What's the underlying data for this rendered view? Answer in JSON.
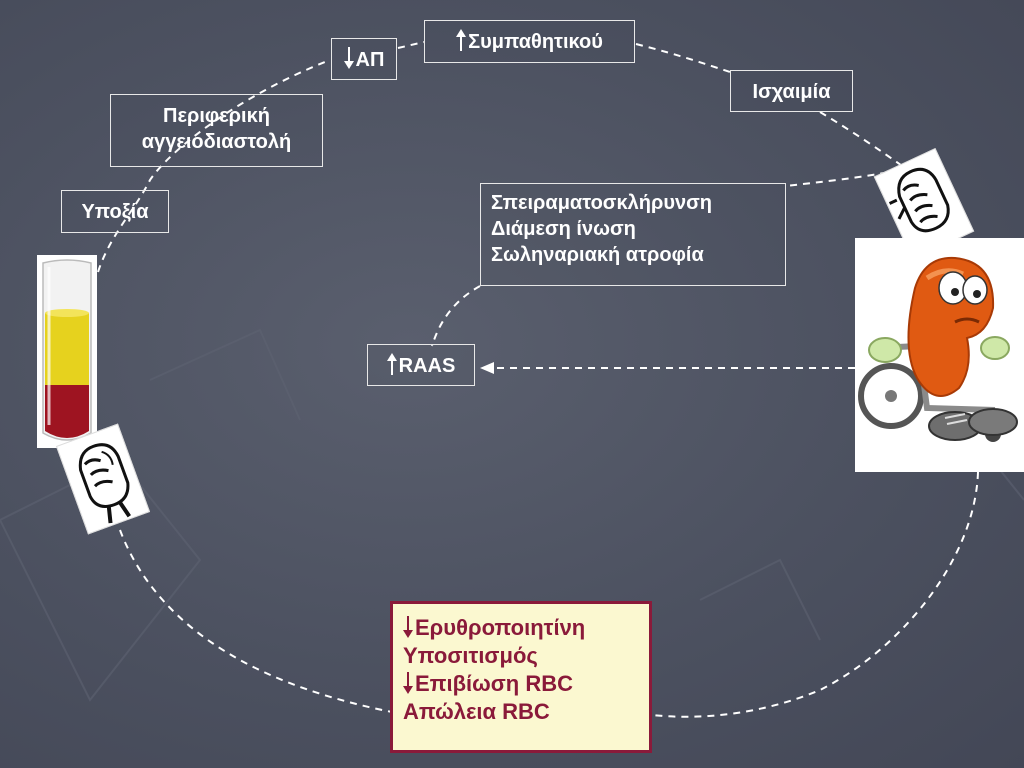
{
  "diagram": {
    "sympathetic": {
      "arrow": "up",
      "label": "Συμπαθητικού"
    },
    "bp": {
      "arrow": "down",
      "label": "ΑΠ"
    },
    "ischemia": {
      "label": "Ισχαιμία"
    },
    "vasodilation": {
      "lines": [
        "Περιφερική",
        "αγγειοδιαστολή"
      ]
    },
    "hypoxia": {
      "label": "Υποξία"
    },
    "kidney_damage": {
      "lines": [
        "Σπειραματοσκλήρυνση",
        "Διάμεση ίνωση",
        "Σωληναριακή ατροφία"
      ]
    },
    "raas": {
      "arrow": "up",
      "label": "RAAS"
    },
    "anemia_causes": {
      "lines": [
        {
          "arrow": "down",
          "text": "Ερυθροποιητίνη"
        },
        {
          "arrow": "",
          "text": "Υποσιτισμός"
        },
        {
          "arrow": "down",
          "text": "Επιβίωση RBC"
        },
        {
          "arrow": "",
          "text": "Απώλεια RBC"
        }
      ]
    },
    "images": [
      "blood-tube-icon",
      "fist-icon",
      "fist-icon",
      "sick-kidney-wheelchair-icon"
    ],
    "colors": {
      "background": "#4c5160",
      "anemia_fill": "#fbf8d0",
      "anemia_border": "#8a1a3a",
      "box_text": "#ffffff"
    }
  }
}
